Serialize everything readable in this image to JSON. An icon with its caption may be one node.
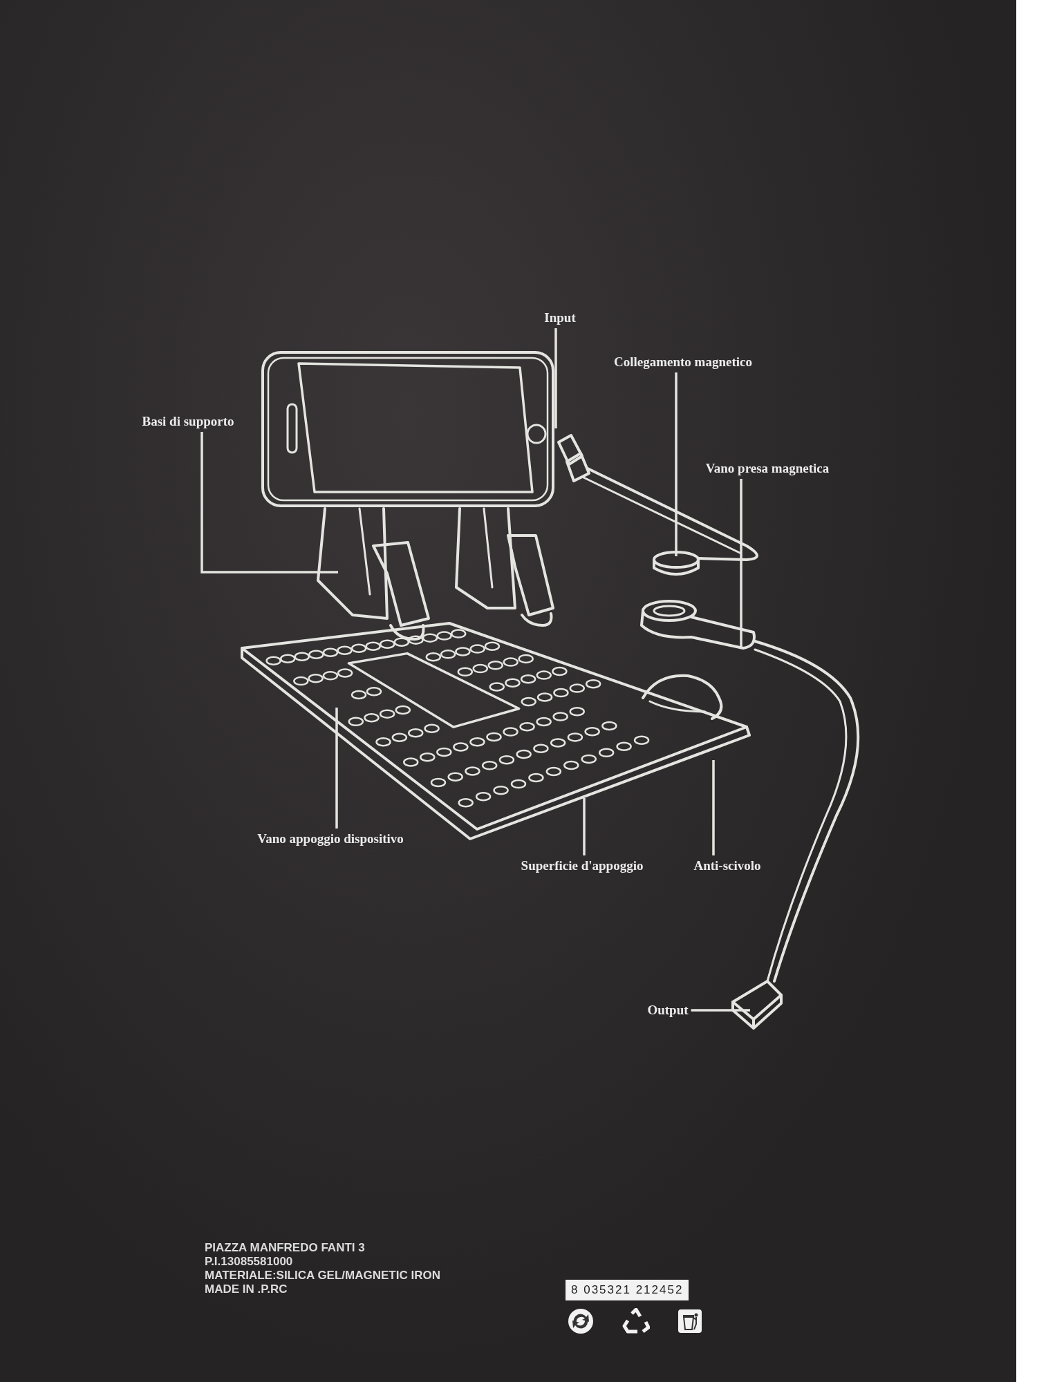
{
  "diagram": {
    "nodes": [
      {
        "text": [
          "Input"
        ]
      },
      {
        "text": [
          "Collegamento magnetico"
        ]
      },
      {
        "text": [
          "Basi di supporto"
        ]
      },
      {
        "text": [
          "Vano presa magnetica"
        ]
      },
      {
        "text": [
          "Vano appoggio dispositivo"
        ]
      },
      {
        "text": [
          "Superficie d'appoggio"
        ]
      },
      {
        "text": [
          "Anti-scivolo"
        ]
      },
      {
        "text": [
          "Output"
        ]
      }
    ],
    "edges": [
      {
        "from": 0,
        "to": null,
        "arrow": "none"
      },
      {
        "from": 1,
        "to": null,
        "arrow": "none"
      },
      {
        "from": 2,
        "to": null,
        "arrow": "none"
      },
      {
        "from": 3,
        "to": null,
        "arrow": "none"
      },
      {
        "from": 4,
        "to": null,
        "arrow": "none"
      },
      {
        "from": 5,
        "to": null,
        "arrow": "none"
      },
      {
        "from": 6,
        "to": null,
        "arrow": "none"
      },
      {
        "from": 7,
        "to": null,
        "arrow": "none"
      }
    ],
    "labels": [
      "PIAZZA MANFREDO FANTI 3",
      "P.I.13085581000",
      "MATERIALE:SILICA GEL/MAGNETIC IRON",
      "MADE IN .P.RC",
      "8 035321 212452"
    ]
  }
}
